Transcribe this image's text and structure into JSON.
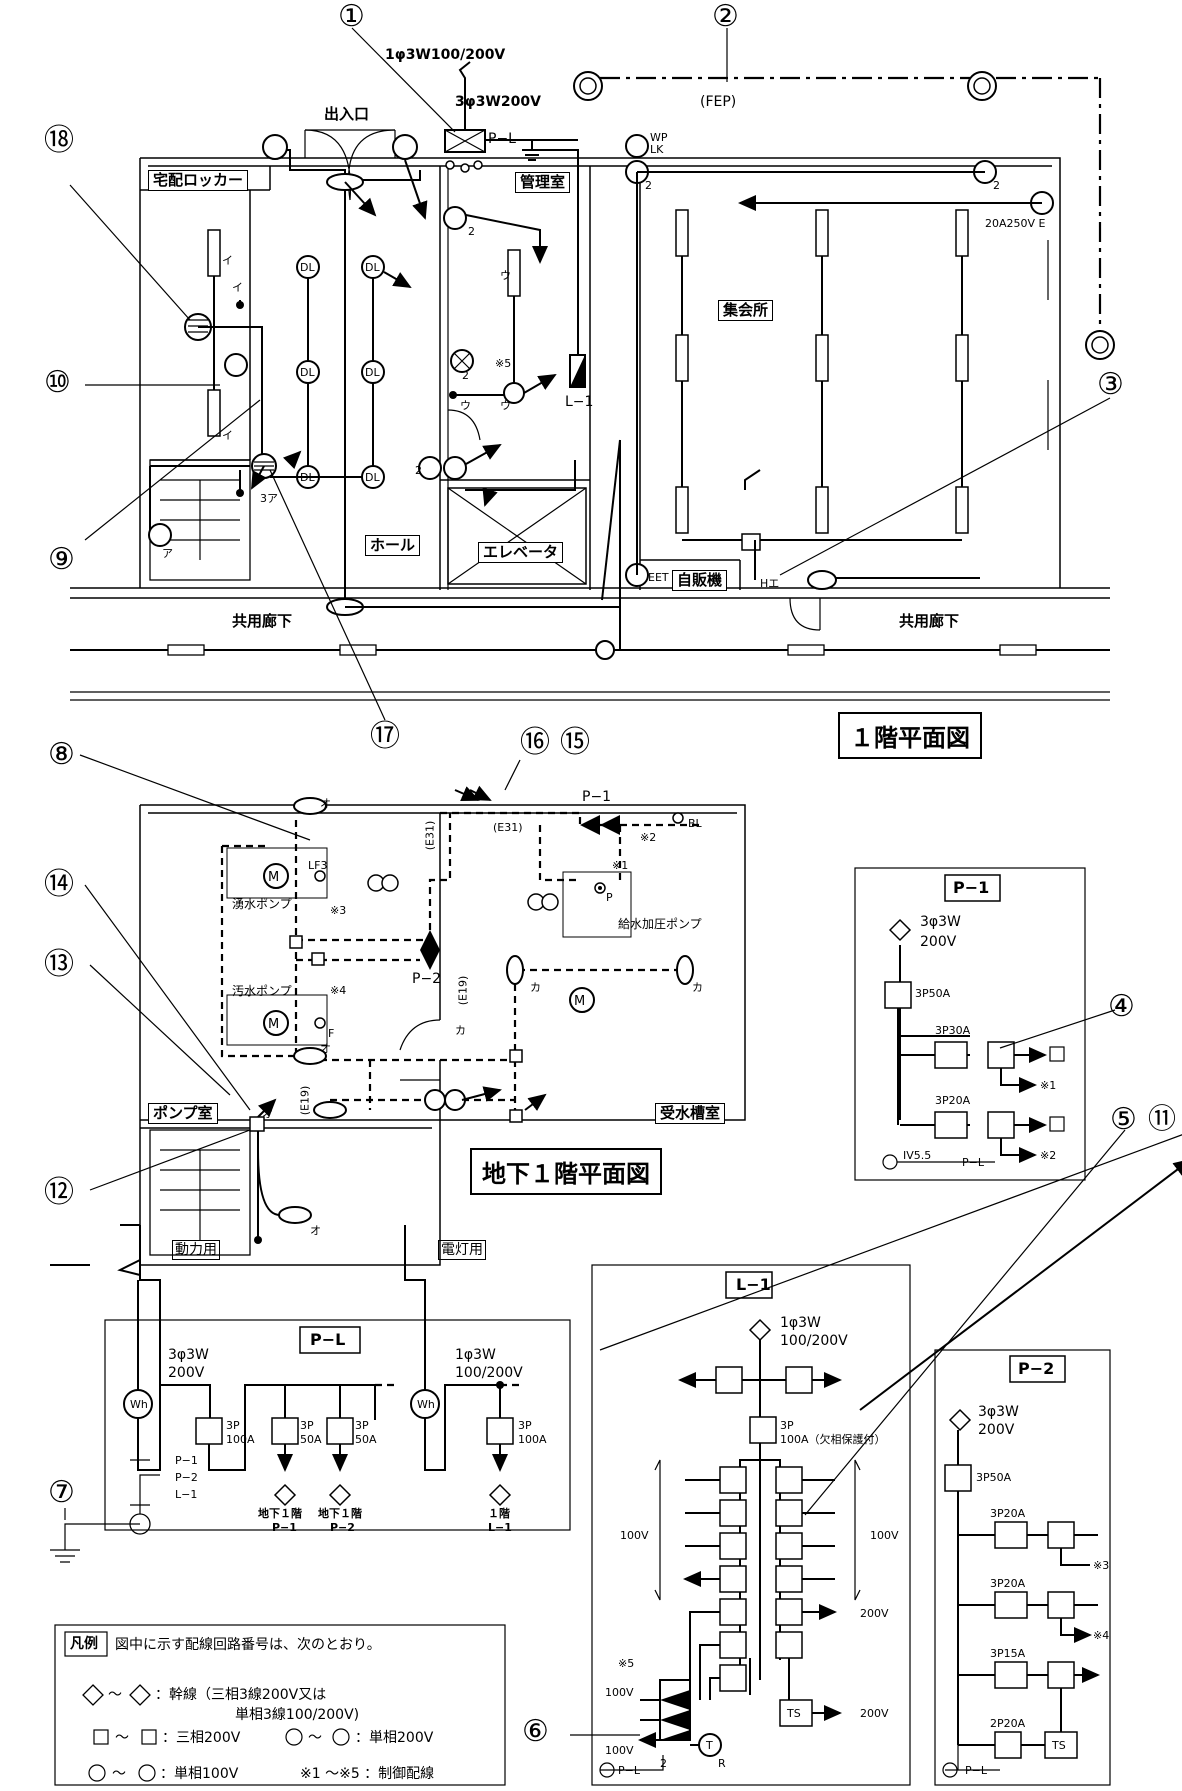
{
  "markers": [
    "①",
    "②",
    "③",
    "④",
    "⑤",
    "⑥",
    "⑦",
    "⑧",
    "⑨",
    "⑩",
    "⑪",
    "⑫",
    "⑬",
    "⑭",
    "⑮",
    "⑯",
    "⑰",
    "⑱"
  ],
  "floor1": {
    "title": "１階平面図",
    "rooms": {
      "entrance": "出入口",
      "locker": "宅配ロッカー",
      "office": "管理室",
      "meeting": "集会所",
      "hall": "ホール",
      "elevator": "エレベータ",
      "vending": "自販機",
      "corridor_left": "共用廊下",
      "corridor_right": "共用廊下"
    },
    "labels": {
      "feed_1phase": "1φ3W100/200V",
      "feed_3phase": "3φ3W200V",
      "panel_pl": "P−L",
      "panel_l1": "L−1",
      "fep": "(FEP)",
      "wp": "WP",
      "lk": "LK",
      "outlet_20a": "20A250V E",
      "eet": "EET",
      "h_e": "Hエ",
      "dl": "DL",
      "note5": "※5",
      "i": "イ",
      "u": "ウ",
      "a": "ア",
      "e": "エ",
      "two": "2",
      "three_a": "3ア"
    }
  },
  "basement": {
    "title": "地下１階平面図",
    "rooms": {
      "pump": "ポンプ室",
      "tank": "受水槽室"
    },
    "labels": {
      "p1": "P−1",
      "p2": "P−2",
      "e31a": "(E31)",
      "e31b": "(E31)",
      "e19a": "(E19)",
      "e19b": "(E19)",
      "bl": "BL",
      "lf3": "LF3",
      "sump_pump": "湧水ポンプ",
      "sewage_pump": "汚水ポンプ",
      "booster_pump": "給水加圧ポンプ",
      "note1": "※1",
      "note2": "※2",
      "note3": "※3",
      "note4": "※4",
      "p": "P",
      "f": "F",
      "o": "オ",
      "ka": "カ"
    }
  },
  "panel_p1": {
    "title": "P−1",
    "feed": "3φ3W",
    "feed2": "200V",
    "main": "3P50A",
    "br1": "3P30A",
    "br2": "3P20A",
    "earth": "IV5.5",
    "to": "P−L",
    "n1": "※1",
    "n2": "※2"
  },
  "panel_pl": {
    "title": "P−L",
    "power": "動力用",
    "lighting": "電灯用",
    "p_feed": "3φ3W",
    "p_feed2": "200V",
    "p_main": "3P",
    "p_main2": "100A",
    "p_b1": "3P",
    "p_b1b": "50A",
    "p_b2": "3P",
    "p_b2b": "50A",
    "l_feed": "1φ3W",
    "l_feed2": "100/200V",
    "l_b": "3P",
    "l_b2": "100A",
    "to1": "地下１階",
    "to1b": "P−1",
    "to2": "地下１階",
    "to2b": "P−2",
    "to3": "１階",
    "to3b": "L−1",
    "earth1": "P−1",
    "earth2": "P−2",
    "earth3": "L−1",
    "wh": "Wh"
  },
  "panel_l1": {
    "title": "L−1",
    "feed": "1φ3W",
    "feed2": "100/200V",
    "main": "3P",
    "main2": "100A（欠相保護付）",
    "v100l": "100V",
    "v100r": "100V",
    "v200m": "200V",
    "v200n": "200V",
    "v100k": "100V",
    "v100l2": "100V",
    "note5": "※5",
    "to": "P−L",
    "ts": "TS",
    "t": "T",
    "r": "R",
    "two": "2"
  },
  "panel_p2": {
    "title": "P−2",
    "feed": "3φ3W",
    "feed2": "200V",
    "main": "3P50A",
    "br1": "3P20A",
    "br2": "3P20A",
    "br3": "3P15A",
    "br4": "2P20A",
    "n3": "※3",
    "n4": "※4",
    "to": "P−L",
    "ts": "TS"
  },
  "legend": {
    "title": "凡例",
    "intro": "図中に示す配線回路番号は、次のとおり。",
    "r1a": "～",
    "r1b": "：幹線（三相3線200V又は",
    "r1c": "単相3線100/200V)",
    "r2a": "～",
    "r2b": "：三相200V",
    "r2c": "～",
    "r2d": "：単相200V",
    "r3a": "～",
    "r3b": "：単相100V",
    "r3c": "※1 ～※5 ：制御配線"
  }
}
